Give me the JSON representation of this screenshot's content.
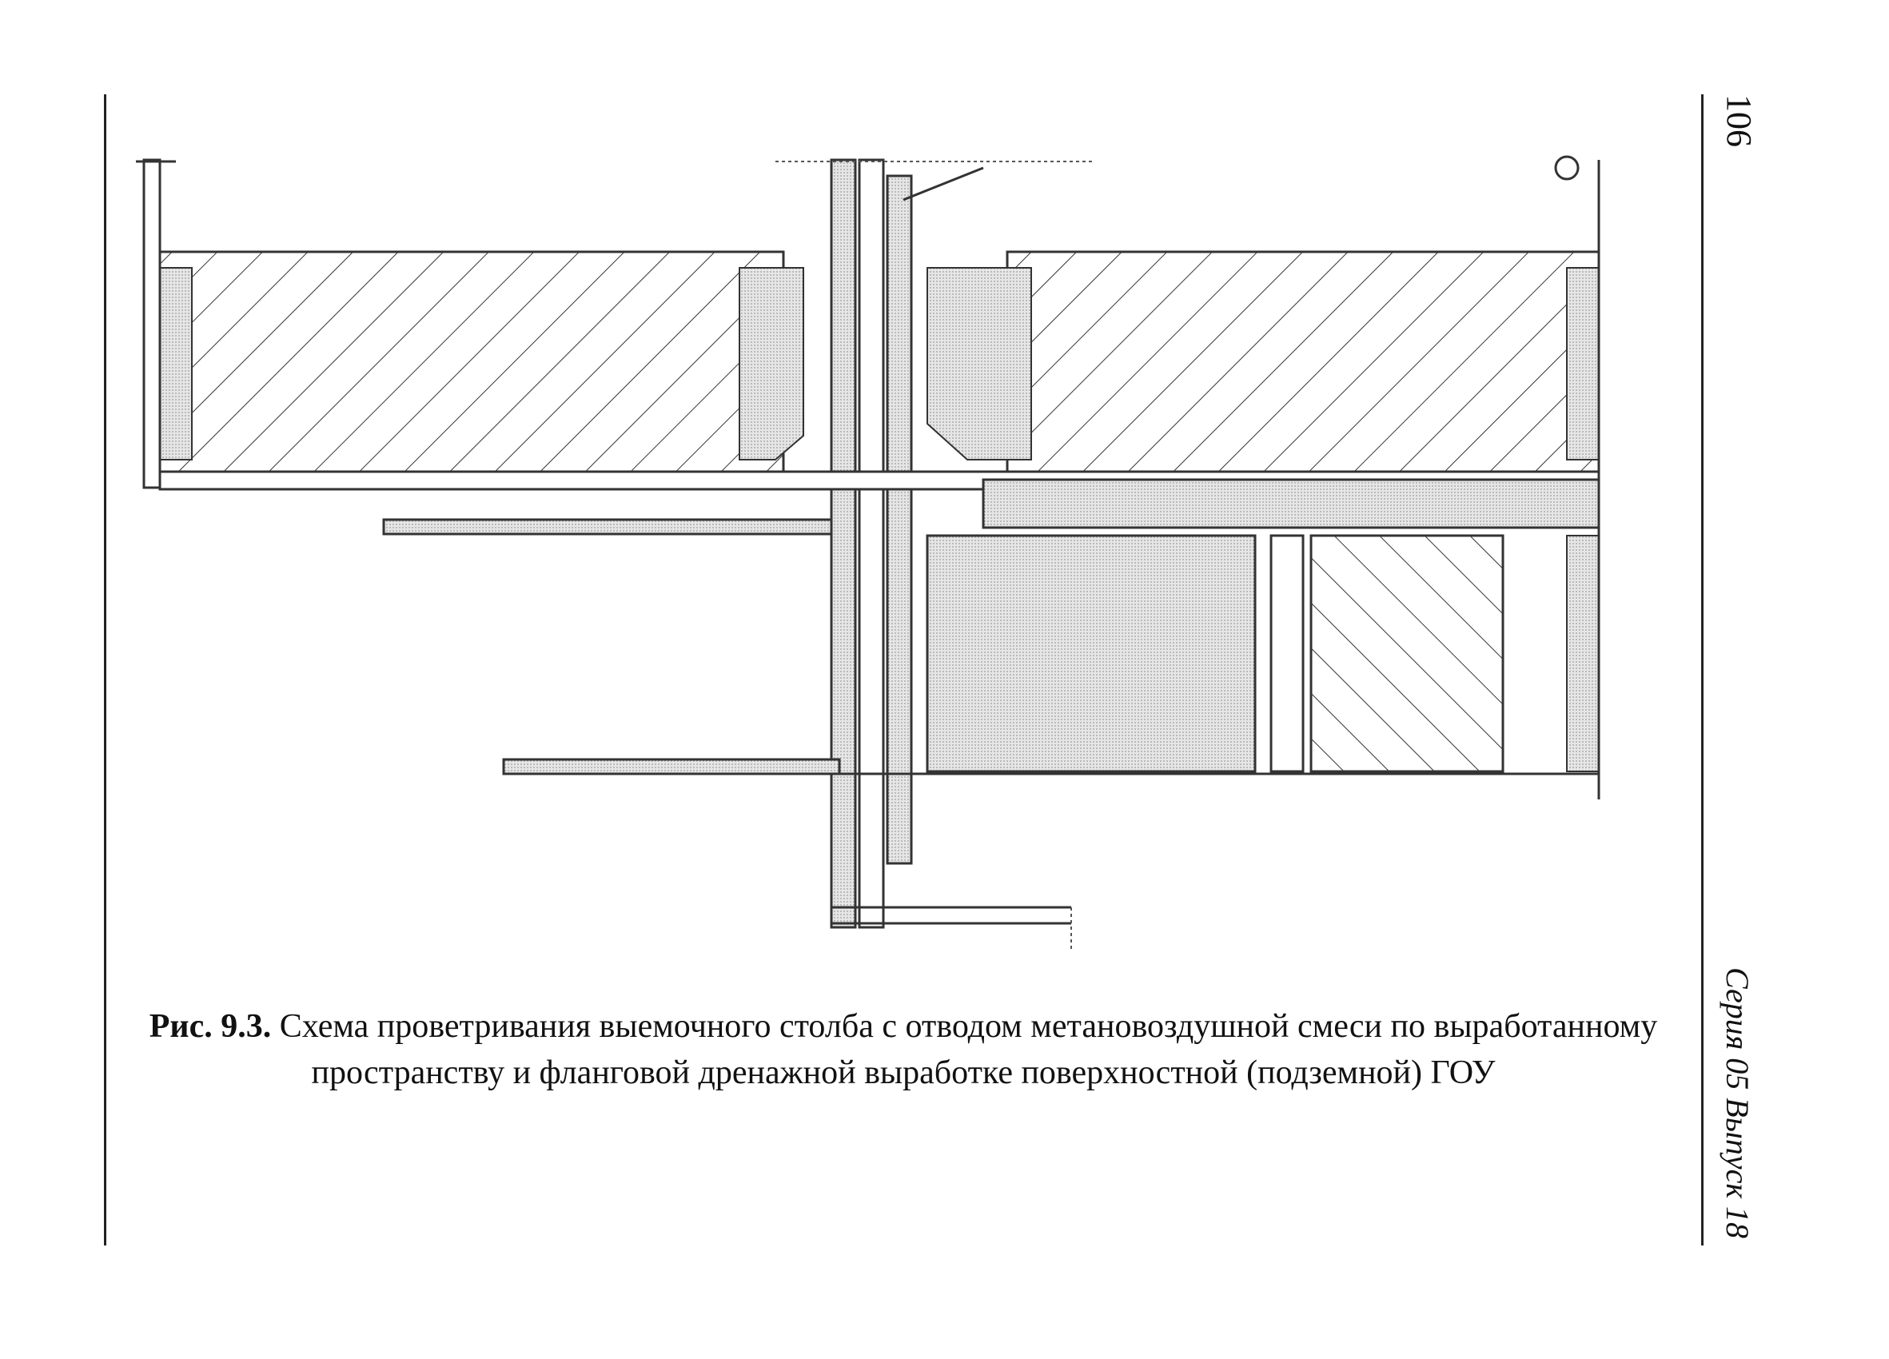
{
  "header": {
    "page_number": "106",
    "series": "Серия 05 Выпуск 18"
  },
  "figure": {
    "caption_label": "Рис. 9.3.",
    "caption_text": " Схема проветривания выемочного столба с отводом метановоздушной смеси по выработанному пространству и фланговой дренажной выработке поверхностной (подземной) ГОУ"
  }
}
